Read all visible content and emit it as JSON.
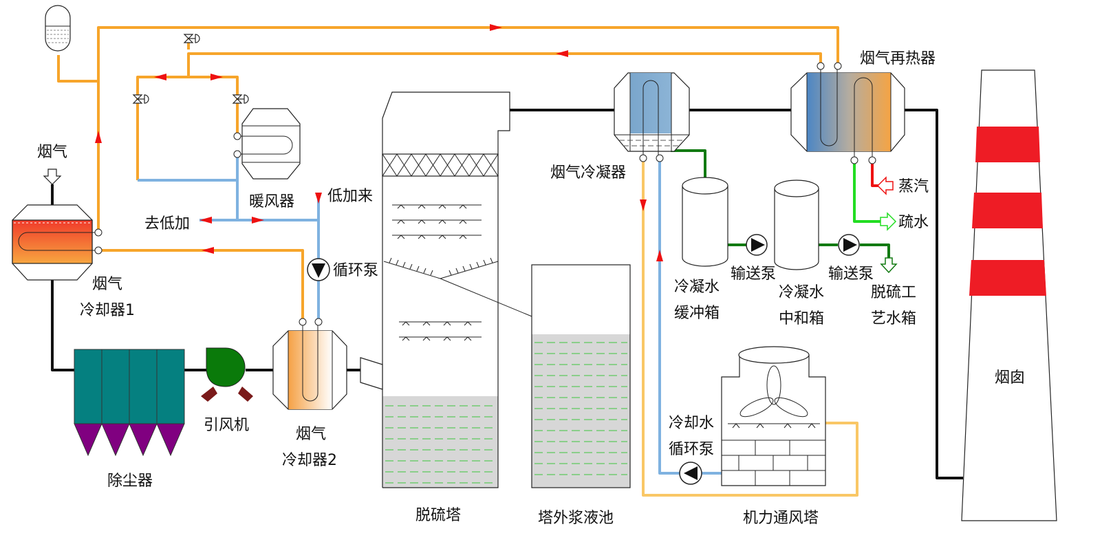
{
  "colors": {
    "hot_pipe": "#F7A52B",
    "cold_pipe": "#7FB2E0",
    "flue_pipe": "#111111",
    "green_pipe": "#127A12",
    "bright_green_pipe": "#22DD22",
    "steam_pipe": "#EE1111",
    "yellow_pipe": "#F9C766",
    "arrow": "#EE1111",
    "dust_collector_body": "#058080",
    "dust_collector_hopper": "#800080",
    "fan": "#0A7A0A",
    "fan_base": "#7A1A1A",
    "chimney_band": "#EE1C25",
    "slurry": "#D7D7D7",
    "slurry_dash": "#3CC43C"
  },
  "labels": {
    "flue_gas_in": "烟气",
    "cooler1_line1": "烟气",
    "cooler1_line2": "冷却器1",
    "dust_collector": "除尘器",
    "induced_fan": "引风机",
    "cooler2_line1": "烟气",
    "cooler2_line2": "冷却器2",
    "air_heater": "暖风器",
    "to_lp_heater": "去低加",
    "from_lp_heater": "低加来",
    "circ_pump": "循环泵",
    "desulf_tower": "脱硫塔",
    "slurry_pool": "塔外浆液池",
    "condenser": "烟气冷凝器",
    "buffer_tank_line1": "冷凝水",
    "buffer_tank_line2": "缓冲箱",
    "transfer_pump1": "输送泵",
    "neutral_tank_line1": "冷凝水",
    "neutral_tank_line2": "中和箱",
    "transfer_pump2": "输送泵",
    "process_tank_line1": "脱硫工",
    "process_tank_line2": "艺水箱",
    "reheater": "烟气再热器",
    "steam": "蒸汽",
    "drain": "疏水",
    "chimney": "烟囱",
    "cooling_pump_line1": "冷却水",
    "cooling_pump_line2": "循环泵",
    "cooling_tower": "机力通风塔"
  },
  "icons": {
    "expansion_tank": "expansion-tank-icon",
    "valve": "valve-icon",
    "pump": "pump-icon",
    "fan": "fan-icon",
    "inlet_arrow": "hollow-arrow-icon"
  }
}
